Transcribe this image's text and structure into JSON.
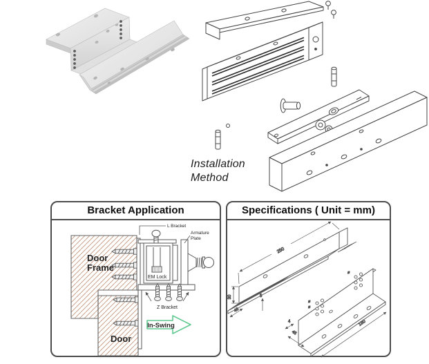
{
  "installation_method": {
    "line1": "Installation",
    "line2": "Method"
  },
  "bracket_panel": {
    "title": "Bracket Application",
    "door_frame": [
      "Door",
      "Frame"
    ],
    "door": "Door",
    "l_bracket": "L Bracket",
    "armature": [
      "Armature",
      "Plate"
    ],
    "em_lock": "EM Lock",
    "z_bracket": "Z Bracket",
    "in_swing": "In-Swing"
  },
  "spec_panel": {
    "title": "Specifications ( Unit = mm)",
    "dims": {
      "z_length": "250",
      "z_height": "30",
      "z_depth": "46",
      "flange_thickness": "5",
      "hole": "4",
      "l_depth": "45",
      "l_length": "180",
      "dia_a": "ø",
      "dia_b": "ø",
      "dia_c": "ø"
    }
  },
  "colors": {
    "panel_border": "#4a4a4a",
    "hatch_brown": "#c09478",
    "arrow_green": "#5fc98f",
    "drawing_line": "#555555"
  }
}
